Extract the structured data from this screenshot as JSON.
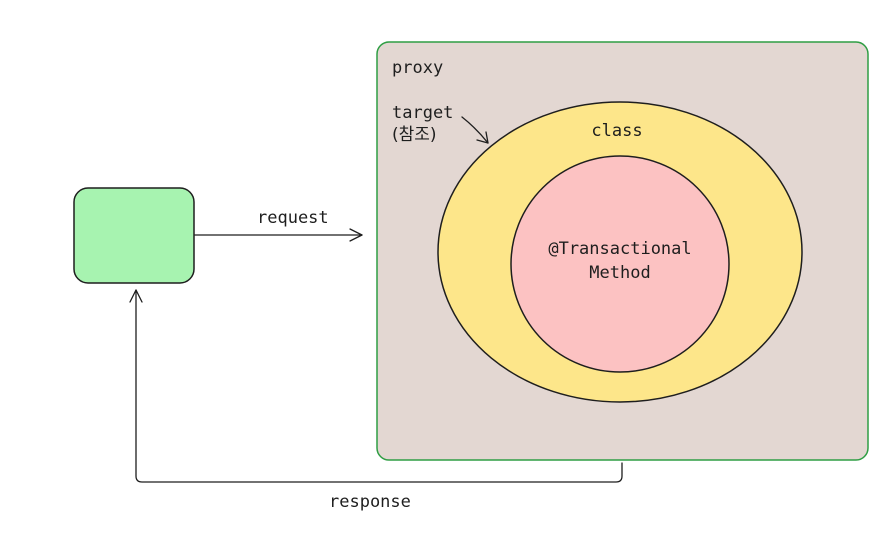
{
  "diagram": {
    "proxy_label": "proxy",
    "target_label_line1": "target",
    "target_label_line2": "(참조)",
    "class_label": "class",
    "method_label_line1": "@Transactional",
    "method_label_line2": "Method",
    "request_label": "request",
    "response_label": "response"
  },
  "colors": {
    "client_fill": "#a7f3b0",
    "proxy_fill": "#e3d7d2",
    "proxy_stroke": "#2f9e44",
    "class_fill": "#fde68a",
    "method_fill": "#fcc2c2",
    "stroke": "#1e1e1e"
  }
}
